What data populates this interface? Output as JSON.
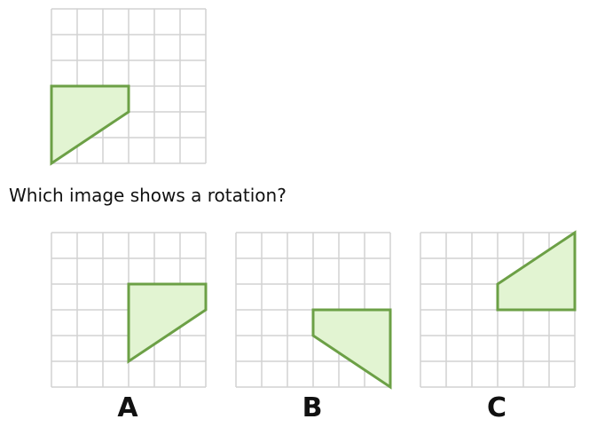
{
  "question": "Which image shows a rotation?",
  "grid": {
    "columns": 6,
    "rows": 6,
    "line_color": "#d2d2d2"
  },
  "shape_style": {
    "fill": "#e2f4d2",
    "stroke": "#6ca046"
  },
  "original": {
    "shape_vertices": [
      [
        0,
        3
      ],
      [
        3,
        3
      ],
      [
        3,
        4
      ],
      [
        0,
        6
      ]
    ]
  },
  "options": [
    {
      "label": "A",
      "shape_vertices": [
        [
          3,
          2
        ],
        [
          6,
          2
        ],
        [
          6,
          3
        ],
        [
          3,
          5
        ]
      ]
    },
    {
      "label": "B",
      "shape_vertices": [
        [
          3,
          3
        ],
        [
          6,
          3
        ],
        [
          6,
          6
        ],
        [
          3,
          4
        ]
      ]
    },
    {
      "label": "C",
      "shape_vertices": [
        [
          3,
          2
        ],
        [
          6,
          0
        ],
        [
          6,
          3
        ],
        [
          3,
          3
        ]
      ]
    }
  ]
}
